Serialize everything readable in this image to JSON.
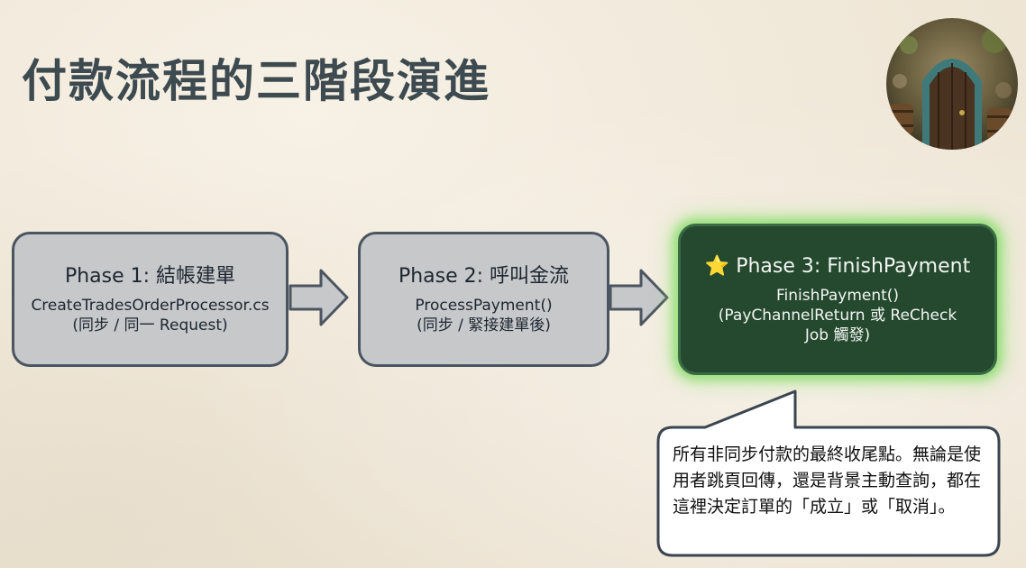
{
  "title": "付款流程的三階段演進",
  "phases": [
    {
      "label": "Phase 1: 結帳建單",
      "line1": "CreateTradesOrderProcessor.cs",
      "line2": "(同步 / 同一 Request)"
    },
    {
      "label": "Phase 2: 呼叫金流",
      "line1": "ProcessPayment()",
      "line2": "(同步 / 緊接建單後)"
    },
    {
      "star": "⭐",
      "label": "Phase 3: FinishPayment",
      "line1": "FinishPayment()",
      "line2": "(PayChannelReturn 或 ReCheck Job 觸發)"
    }
  ],
  "callout": "所有非同步付款的最終收尾點。無論是使用者跳頁回傳，還是背景主動查詢，都在這裡決定訂單的「成立」或「取消」。",
  "colors": {
    "title": "#3d4a4f",
    "box_fill": "#c6c8ca",
    "box_border": "#4b5561",
    "highlight_fill": "#24492f",
    "highlight_glow": "#9be07e"
  }
}
